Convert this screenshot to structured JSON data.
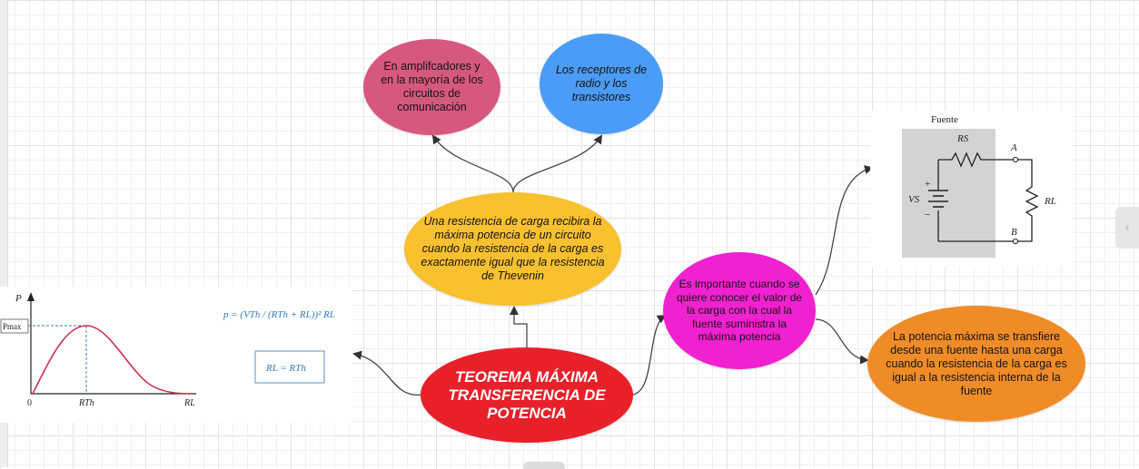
{
  "central_node": {
    "line1": "TEOREMA MÁXIMA",
    "line2": "TRANSFERENCIA DE",
    "line3": "POTENCIA",
    "color": "#e8202a"
  },
  "nodes": {
    "definition": {
      "text": "Una resistencia de carga recibira la máxima potencia de un circuito cuando la resistencia de la carga es exactamente igual que la resistencia de Thevenin",
      "color": "#f9c02f"
    },
    "amplifiers": {
      "text": "En amplifcadores y en la mayoría de los circuitos de comunicación",
      "color": "#d7587f"
    },
    "receptors": {
      "text": "Los receptores de radio y los transistores",
      "color": "#4a9cf7"
    },
    "importance": {
      "text": "Es importante cuando se quiere conocer el valor de la carga con la cual la fuente suministra la máxima potencia",
      "color": "#f021d0"
    },
    "max_power": {
      "text": "La potencia máxima se transfiere desde una fuente hasta una carga cuando la resistencia de la carga es igual a la resistencia interna de la fuente",
      "color": "#f08c28"
    }
  },
  "graph_image": {
    "y_axis_label": "P",
    "pmax_label": "Pmax",
    "origin_label": "0",
    "rth_label": "RTh",
    "rl_label": "RL",
    "formula": "p = (VTh / (RTh + RL))² RL",
    "condition": "RL = RTh",
    "curve_color": "#c8314a",
    "formula_color": "#3a78b5"
  },
  "circuit_image": {
    "title": "Fuente",
    "rs_label": "RS",
    "vs_label": "VS",
    "terminal_a": "A",
    "terminal_b": "B",
    "rl_label": "RL",
    "plus_sign": "+",
    "minus_sign": "−"
  },
  "chrome": {
    "right_tab_icon": "chevron-left-icon",
    "right_tab_glyph": "‹"
  }
}
